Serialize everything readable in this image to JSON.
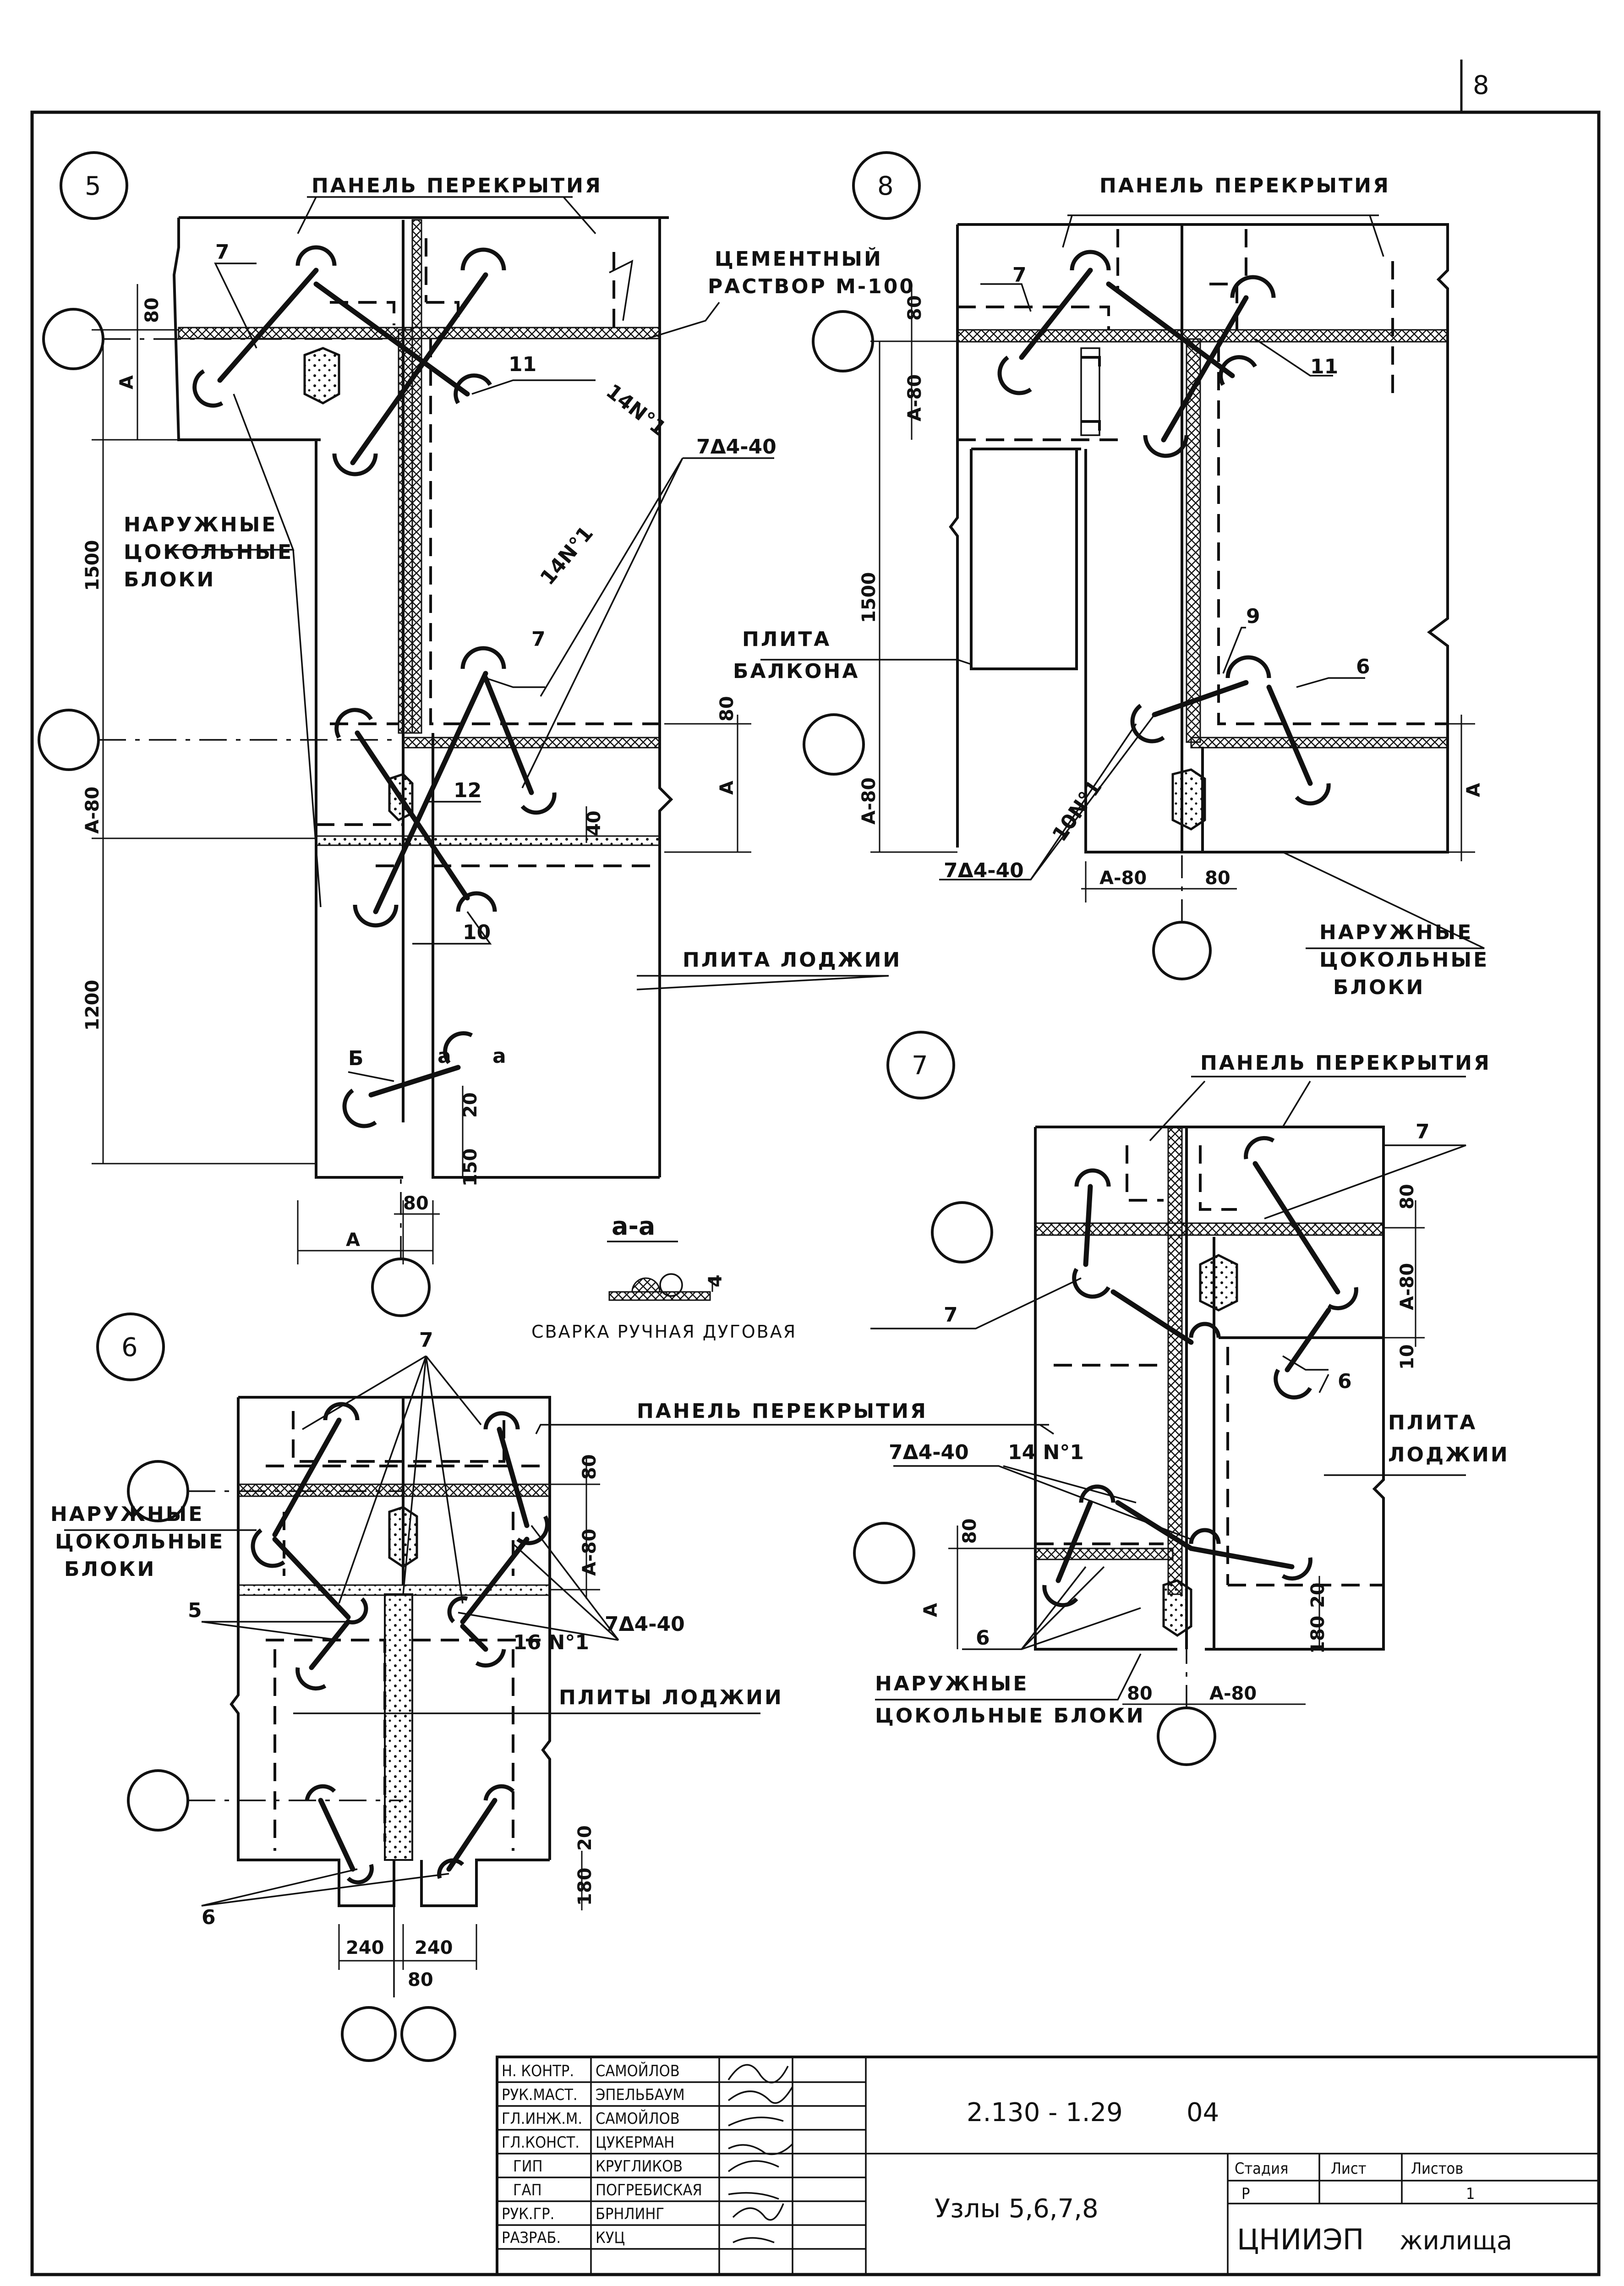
{
  "sheet": {
    "page_number": "8"
  },
  "node5": {
    "number": "5",
    "floor_panel": "ПАНЕЛЬ ПЕРЕКРЫТИЯ",
    "mortar_line1": "ЦЕМЕНТНЫЙ",
    "mortar_line2": "РАСТВОР М-100",
    "basement_line1": "НАРУЖНЫЕ",
    "basement_line2": "ЦОКОЛЬНЫЕ",
    "basement_line3": "БЛОКИ",
    "loggia_slab": "ПЛИТА ЛОДЖИИ",
    "weld": "7Δ4-40",
    "rod_a": "14N°1",
    "rod_b": "14N°1",
    "callout_7": "7",
    "callout_7b": "7",
    "callout_11": "11",
    "callout_12": "12",
    "callout_10": "10",
    "callout_b": "Б",
    "section_a1": "а",
    "section_a2": "а",
    "dim_80": "80",
    "dim_a": "А",
    "dim_1500": "1500",
    "dim_a80": "А-80",
    "dim_1200": "1200",
    "dim_80b": "80",
    "dim_ab": "А",
    "dim_40": "40",
    "dim_20": "20",
    "dim_150": "150",
    "dim_80c": "80",
    "dim_ac": "А"
  },
  "section": {
    "title": "а-а",
    "caption": "СВАРКА РУЧНАЯ ДУГОВАЯ",
    "size": "4"
  },
  "node8": {
    "number": "8",
    "floor_panel": "ПАНЕЛЬ ПЕРЕКРЫТИЯ",
    "balcony_line1": "ПЛИТА",
    "balcony_line2": "БАЛКОНА",
    "basement_line1": "НАРУЖНЫЕ",
    "basement_line2": "ЦОКОЛЬНЫЕ",
    "basement_line3": "БЛОКИ",
    "callout_7": "7",
    "callout_11": "11",
    "callout_9": "9",
    "callout_6": "6",
    "rod": "10N°1",
    "weld": "7Δ4-40",
    "dim_80": "80",
    "dim_a80": "А-80",
    "dim_1500": "1500",
    "dim_a80b": "А-80",
    "dim_a": "А",
    "dim_a80c": "А-80",
    "dim_80c": "80"
  },
  "node7": {
    "number": "7",
    "floor_panel": "ПАНЕЛЬ ПЕРЕКРЫТИЯ",
    "loggia_line1": "ПЛИТА",
    "loggia_line2": "ЛОДЖИИ",
    "basement_line1": "НАРУЖНЫЕ",
    "basement_line2": "ЦОКОЛЬНЫЕ БЛОКИ",
    "callout_7a": "7",
    "callout_7b": "7",
    "callout_6a": "6",
    "callout_6b": "6",
    "weld": "7Δ4-40",
    "rod": "14 N°1",
    "dim_80": "80",
    "dim_a80": "А-80",
    "dim_10": "10",
    "dim_80b": "80",
    "dim_a": "А",
    "dim_20": "20",
    "dim_180": "180",
    "dim_80c": "80",
    "dim_a80c": "А-80"
  },
  "node6": {
    "number": "6",
    "floor_panel": "ПАНЕЛЬ ПЕРЕКРЫТИЯ",
    "basement_line1": "НАРУЖНЫЕ",
    "basement_line2": "ЦОКОЛЬНЫЕ",
    "basement_line3": "БЛОКИ",
    "loggia_slabs": "ПЛИТЫ ЛОДЖИИ",
    "callout_7": "7",
    "callout_5": "5",
    "callout_6": "6",
    "rod": "16 N°1",
    "weld": "7Δ4-40",
    "dim_80": "80",
    "dim_a80": "А-80",
    "dim_20": "20",
    "dim_180": "180",
    "dim_240a": "240",
    "dim_240b": "240",
    "dim_80b": "80"
  },
  "title_block": {
    "roles": [
      "Н. КОНТР.",
      "РУК.МАСТ.",
      "ГЛ.ИНЖ.М.",
      "ГЛ.КОНСТ.",
      "ГИП",
      "ГАП",
      "РУК.ГР.",
      "РАЗРАБ."
    ],
    "names": [
      "САМОЙЛОВ",
      "ЭПЕЛЬБАУМ",
      "САМОЙЛОВ",
      "ЦУКЕРМАН",
      "КРУГЛИКОВ",
      "ПОГРЕБИСКАЯ",
      "БРНЛИНГ",
      "КУЦ"
    ],
    "code": "2.130 - 1.29",
    "issue": "04",
    "stage_header": "Стадия",
    "sheet_header": "Лист",
    "sheets_header": "Листов",
    "stage": "Р",
    "sheet": "",
    "sheets": "1",
    "title": "Узлы 5,6,7,8",
    "org_main": "ЦНИИЭП",
    "org_sub": "жилища"
  }
}
